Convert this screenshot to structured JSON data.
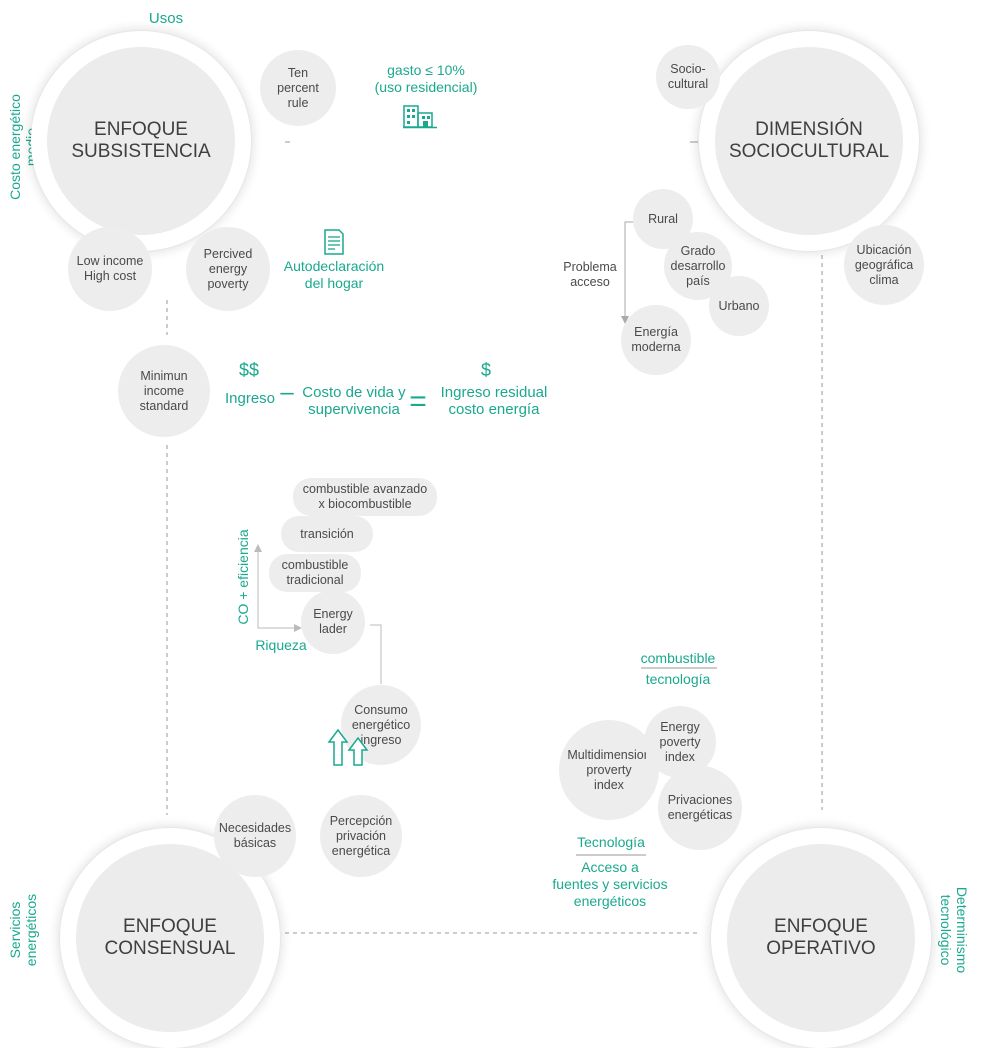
{
  "labels": {
    "usos": "Usos",
    "costo_energetico": "Costo energético\nmedio",
    "servicios_energeticos": "Servicios\nenergéticos",
    "determinismo": "Determinismo\ntecnológico"
  },
  "corners": {
    "subsistencia": "ENFOQUE\nSUBSISTENCIA",
    "sociocultural": "DIMENSIÓN\nSOCIOCULTURAL",
    "consensual": "ENFOQUE\nCONSENSUAL",
    "operativo": "ENFOQUE\nOPERATIVO"
  },
  "bubbles": {
    "ten_percent": "Ten\npercent\nrule",
    "low_income": "Low income\nHigh cost",
    "percived": "Percived\nenergy\npoverty",
    "minimun": "Minimun\nincome\nstandard",
    "socio_cultural": "Socio-\ncultural",
    "rural": "Rural",
    "grado": "Grado\ndesarrollo\npaís",
    "urbano": "Urbano",
    "energia_moderna": "Energía\nmoderna",
    "ubicacion": "Ubicación\ngeográfica\nclima",
    "energy_lader": "Energy\nlader",
    "consumo": "Consumo\nenergético\ningreso",
    "necesidades": "Necesidades\nbásicas",
    "percepcion": "Percepción\nprivación\nenergética",
    "multidimension": "Multidimension\nproverty\nindex",
    "epi": "Energy\npoverty\nindex",
    "privaciones": "Privaciones\nenergéticas"
  },
  "ladder": {
    "avanzado": "combustible avanzado\nx biocombustible",
    "transicion": "transición",
    "tradicional": "combustible\ntradicional",
    "axis_y": "CO   + eficiencia",
    "axis_x": "Riqueza"
  },
  "teal_text": {
    "gasto": "gasto ≤ 10%\n(uso residencial)",
    "autodeclaracion": "Autodeclaración\ndel hogar",
    "problema_acceso": "Problema\nacceso",
    "combustible": "combustible",
    "tecnologia_small": "tecnología",
    "tecnologia": "Tecnología",
    "acceso": "Acceso a\nfuentes y servicios\nenergéticos"
  },
  "equation": {
    "dollars_double": "$$",
    "ingreso": "Ingreso",
    "minus": "–",
    "costo_vida": "Costo de vida y\nsupervivencia",
    "equals": "=",
    "dollar_single": "$",
    "residual": "Ingreso residual\ncosto energía"
  },
  "icons": [
    "building-icon",
    "document-icon",
    "arrow-up-outline-icon"
  ]
}
